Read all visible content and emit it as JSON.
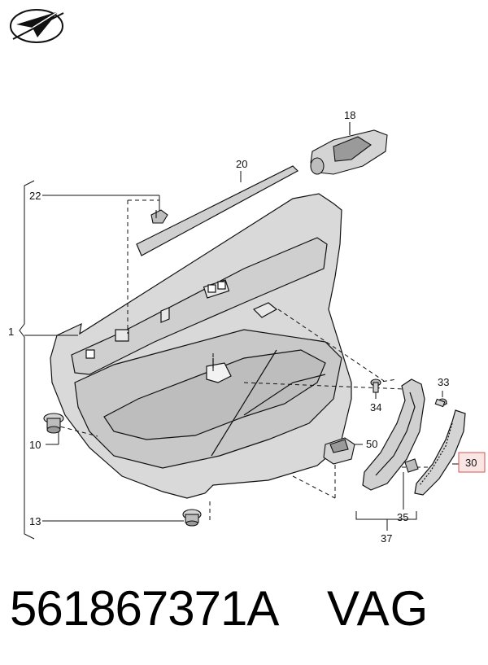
{
  "callouts": {
    "c1": "1",
    "c10": "10",
    "c13": "13",
    "c18": "18",
    "c20": "20",
    "c22": "22",
    "c30": "30",
    "c33": "33",
    "c34": "34",
    "c35": "35",
    "c37": "37",
    "c50": "50"
  },
  "footer": {
    "part_number": "561867371A",
    "brand": "VAG"
  },
  "colors": {
    "line": "#111111",
    "panel_fill": "#d9d9d9",
    "panel_shade": "#bdbdbd",
    "highlight_box": "#d9534f",
    "highlight_fill": "#fbe6e6"
  },
  "icons": {
    "logo": "paper-plane-in-circle-icon"
  }
}
